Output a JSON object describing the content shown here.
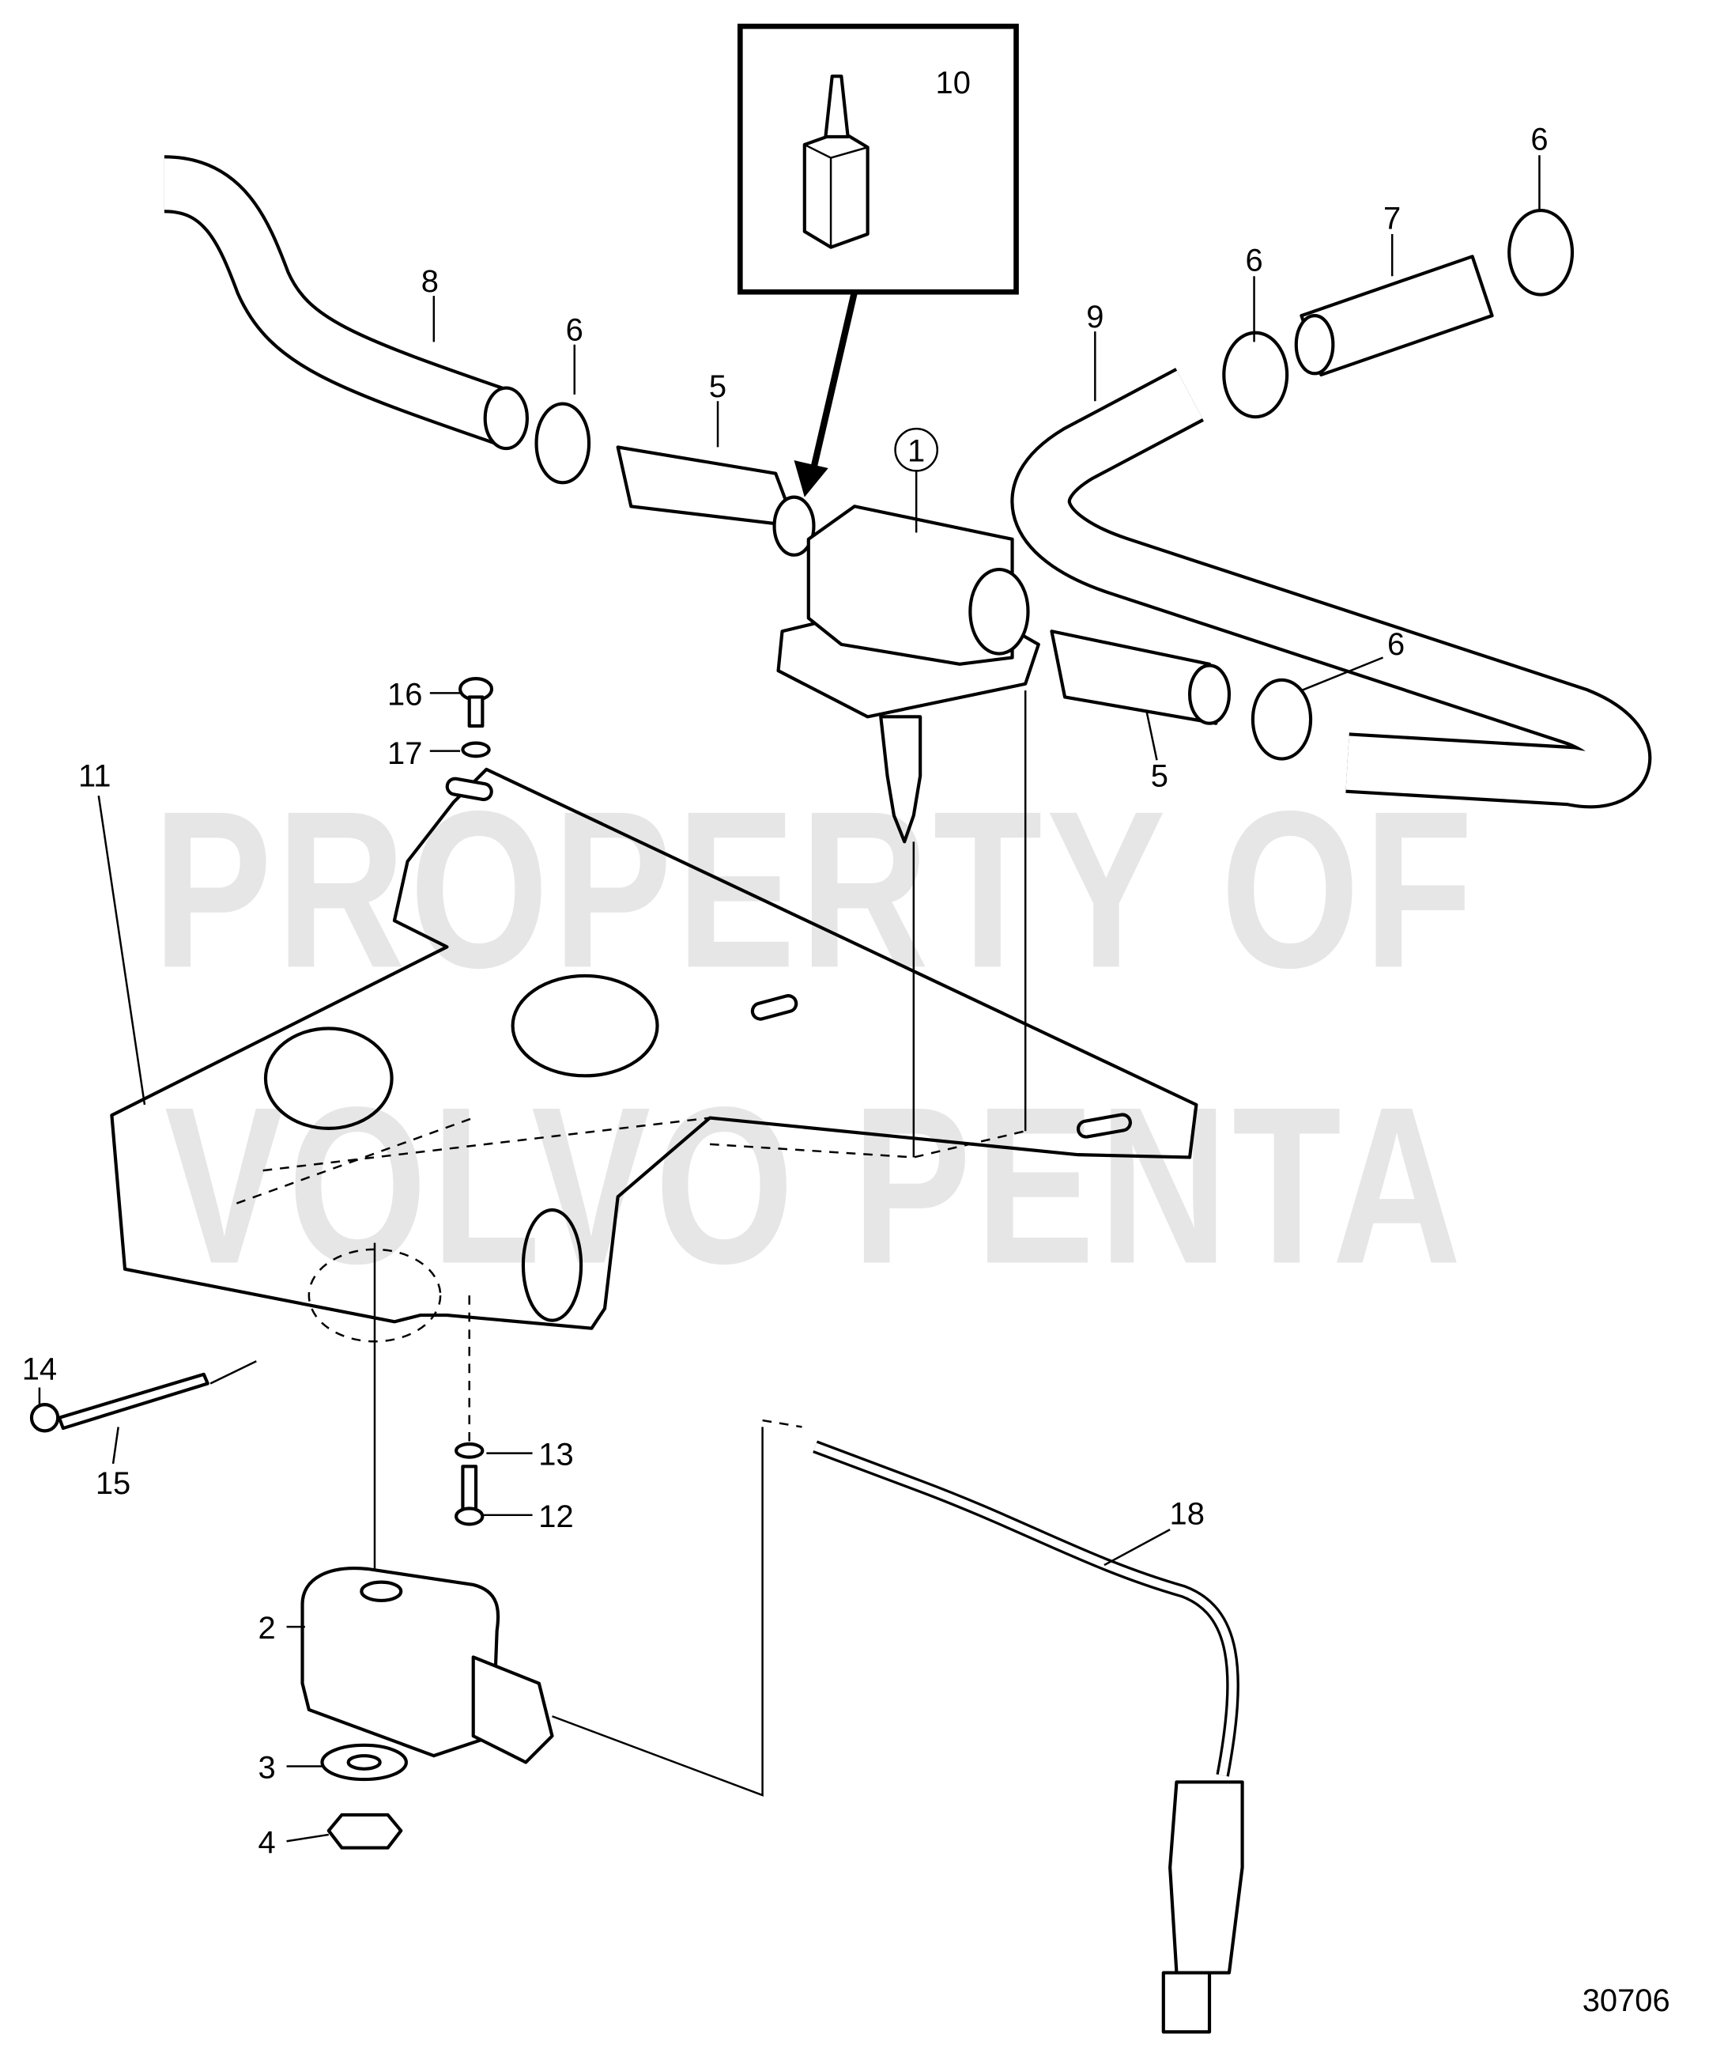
{
  "diagram": {
    "watermark": {
      "line1": "PROPERTY OF",
      "line2": "VOLVO PENTA"
    },
    "figure_number": "30706",
    "callouts": {
      "c1": "1",
      "c2": "2",
      "c3": "3",
      "c4": "4",
      "c5a": "5",
      "c5b": "5",
      "c6a": "6",
      "c6b": "6",
      "c6c": "6",
      "c6d": "6",
      "c7": "7",
      "c8": "8",
      "c9": "9",
      "c10": "10",
      "c11": "11",
      "c12": "12",
      "c13": "13",
      "c14": "14",
      "c15": "15",
      "c16": "16",
      "c17": "17",
      "c18": "18"
    }
  }
}
